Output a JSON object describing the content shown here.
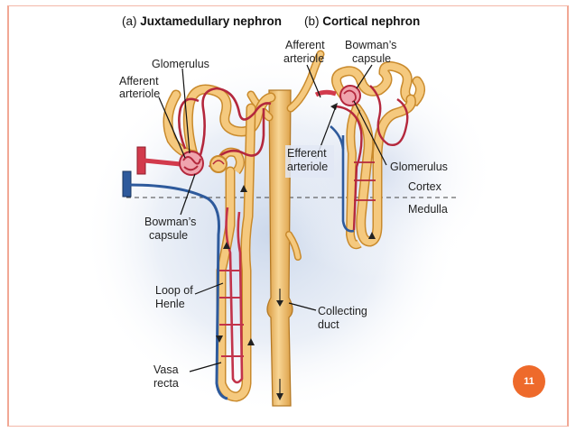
{
  "slide": {
    "page_number": "11",
    "page_badge_color": "#ee6a2b",
    "frame_color": "#f1a895"
  },
  "headings": {
    "a_prefix": "(a) ",
    "a_name": "Juxtamedullary nephron",
    "b_prefix": "(b) ",
    "b_name": "Cortical nephron"
  },
  "labels": {
    "glomerulus_left": "Glomerulus",
    "afferent_left_1": "Afferent",
    "afferent_left_2": "arteriole",
    "afferent_right_1": "Afferent",
    "afferent_right_2": "arteriole",
    "bowmans_right_1": "Bowman’s",
    "bowmans_right_2": "capsule",
    "efferent_1": "Efferent",
    "efferent_2": "arteriole",
    "glomerulus_right": "Glomerulus",
    "cortex": "Cortex",
    "medulla": "Medulla",
    "bowmans_left_1": "Bowman’s",
    "bowmans_left_2": "capsule",
    "loop_1": "Loop of",
    "loop_2": "Henle",
    "collecting_1": "Collecting",
    "collecting_2": "duct",
    "vasa_1": "Vasa",
    "vasa_2": "recta"
  },
  "colors": {
    "tubule_fill": "#f5c97e",
    "tubule_outline": "#c98a2c",
    "artery_red": "#d23a4c",
    "vein_blue": "#2e5a9c",
    "glow_blue": "#c9d6ea"
  }
}
